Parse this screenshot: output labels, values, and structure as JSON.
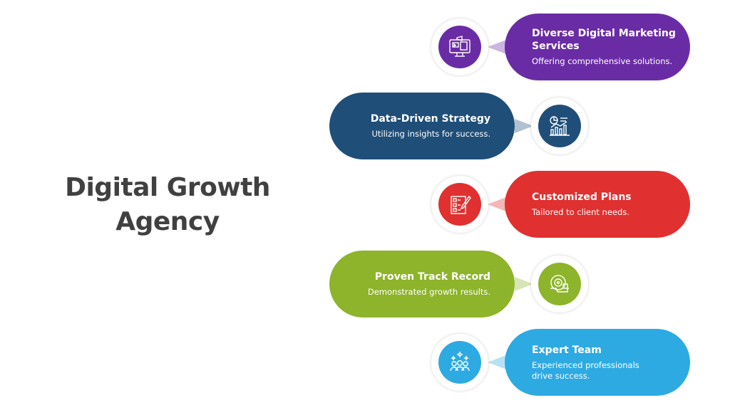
{
  "title": {
    "line1": "Digital Growth",
    "line2": "Agency"
  },
  "items": [
    {
      "title": "Diverse Digital Marketing Services",
      "desc": "Offering comprehensive solutions.",
      "color": "#6a2ca5",
      "icon": "monitor-megaphone-icon"
    },
    {
      "title": "Data-Driven Strategy",
      "desc": "Utilizing insights for success.",
      "color": "#1f4e79",
      "icon": "chart-analytics-icon"
    },
    {
      "title": "Customized Plans",
      "desc": "Tailored to client needs.",
      "color": "#e03030",
      "icon": "plan-pencil-icon"
    },
    {
      "title": "Proven Track Record",
      "desc": "Demonstrated growth results.",
      "color": "#8db42a",
      "icon": "target-record-icon"
    },
    {
      "title": "Expert Team",
      "desc": "Experienced professionals drive success.",
      "color": "#2eaae2",
      "icon": "team-group-icon"
    }
  ]
}
